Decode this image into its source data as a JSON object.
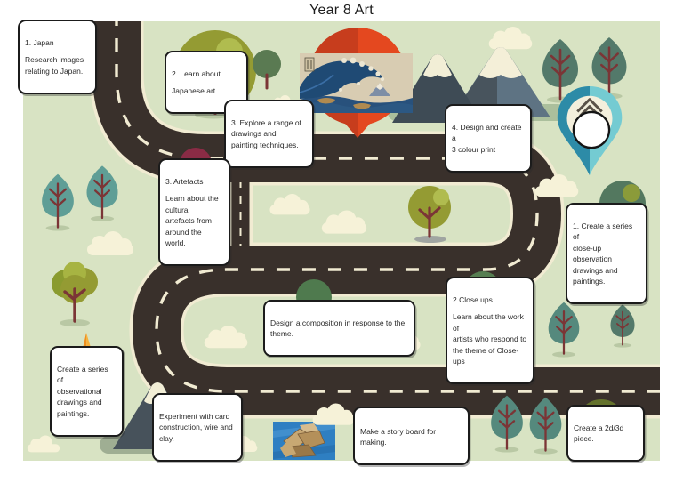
{
  "title": "Year 8 Art",
  "boxes": {
    "b1": {
      "p1": "1. Japan",
      "p2": "Research images\nrelating to Japan."
    },
    "b2": {
      "p1": "2. Learn about",
      "p2": "Japanese art"
    },
    "b3": {
      "p1": "3. Explore a range of\ndrawings and\npainting techniques."
    },
    "b4": {
      "p1": "4. Design and create a\n3 colour print"
    },
    "b5": {
      "p1": "3. Artefacts",
      "p2": "Learn about the\ncultural\nartefacts from\naround the\nworld."
    },
    "b6": {
      "p1": "1. Create a series of\nclose-up observation\ndrawings and\npaintings."
    },
    "b7": {
      "p1": "2 Close ups",
      "p2": "Learn about the work of\nartists who respond to\nthe theme of Close-ups"
    },
    "b8": {
      "p1": "Design a composition in response to the\ntheme."
    },
    "b9": {
      "p1": "Create a series of\nobservational\ndrawings and\npaintings."
    },
    "b10": {
      "p1": "Experiment with card\nconstruction, wire and\nclay."
    },
    "b11": {
      "p1": "Make a story board for making."
    },
    "b12": {
      "p1": "Create a 2d/3d\npiece."
    }
  },
  "icons": {
    "wave_image": "great-wave-hokusai-image",
    "cardboard_image": "cardboard-model-photo",
    "red_pin": "location-ring-pin-icon",
    "teal_pin": "map-pin-badge-icon",
    "orange_pin": "location-pin-icon"
  },
  "palette": {
    "map_green": "#d8e3c3",
    "road": "#39302b",
    "road_line": "#f1ebd2",
    "box_border": "#1b1b1b",
    "teal_pin": "#2d8ba7",
    "teal_pin_light": "#74cbd2",
    "red_pin": "#c73d1d",
    "orange_pin": "#ef8f1f"
  }
}
